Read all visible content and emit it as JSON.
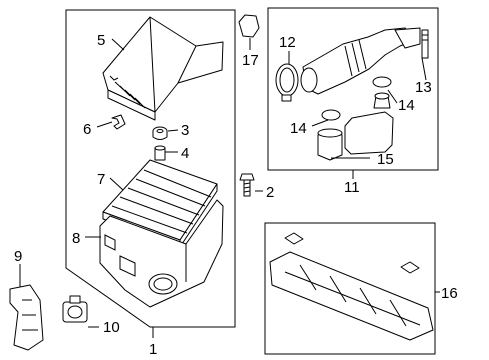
{
  "callouts": [
    {
      "id": "1",
      "text": "1"
    },
    {
      "id": "2",
      "text": "2"
    },
    {
      "id": "3",
      "text": "3"
    },
    {
      "id": "4",
      "text": "4"
    },
    {
      "id": "5",
      "text": "5"
    },
    {
      "id": "6",
      "text": "6"
    },
    {
      "id": "7",
      "text": "7"
    },
    {
      "id": "8",
      "text": "8"
    },
    {
      "id": "9",
      "text": "9"
    },
    {
      "id": "10",
      "text": "10"
    },
    {
      "id": "11",
      "text": "11"
    },
    {
      "id": "12",
      "text": "12"
    },
    {
      "id": "13",
      "text": "13"
    },
    {
      "id": "14a",
      "text": "14"
    },
    {
      "id": "14b",
      "text": "14"
    },
    {
      "id": "15",
      "text": "15"
    },
    {
      "id": "16",
      "text": "16"
    },
    {
      "id": "17",
      "text": "17"
    }
  ]
}
